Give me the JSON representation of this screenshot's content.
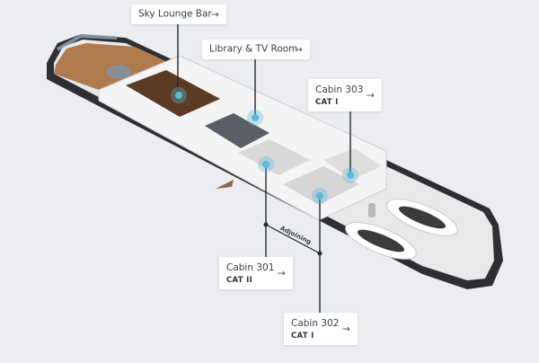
{
  "labels": {
    "sky_lounge": {
      "title": "Sky Lounge Bar",
      "arrow": "→"
    },
    "library": {
      "title": "Library & TV Room",
      "arrow": "→"
    },
    "cabin_303": {
      "title": "Cabin 303",
      "category": "CAT I",
      "arrow": "→"
    },
    "cabin_301": {
      "title": "Cabin 301",
      "category": "CAT II",
      "arrow": "→"
    },
    "cabin_302": {
      "title": "Cabin 302",
      "category": "CAT I",
      "arrow": "→"
    }
  },
  "adjoining_label": "Adjoining",
  "colors": {
    "background": "#ecedf0",
    "hull": "#2f2f33",
    "deck_wood": "#b07a4f",
    "deck_white": "#f3f3f3",
    "hotspot": "#5bb8d6",
    "leader_line": "#1f2a33"
  }
}
